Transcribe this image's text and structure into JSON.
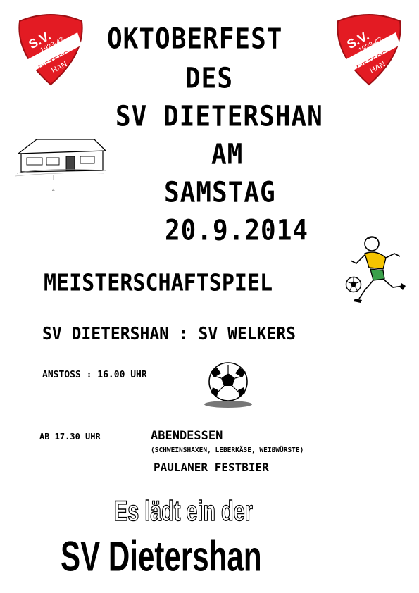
{
  "logo": {
    "left_badge": {
      "line1": "S.V.",
      "line2": "1923-47",
      "line3": "DIETERS-",
      "line4": "HAN"
    },
    "right_badge": {
      "line1": "S.V.",
      "line2": "1923-47",
      "line3": "DIETERS-",
      "line4": "HAN"
    },
    "red": "#e31b23"
  },
  "headline": {
    "line1": "OKTOBERFEST",
    "line2": "DES",
    "line3": "SV DIETERSHAN",
    "line4": "AM",
    "line5": "SAMSTAG",
    "line6": "20.9.2014"
  },
  "match": {
    "title": "MEISTERSCHAFTSPIEL",
    "teams": "SV DIETERSHAN : SV WELKERS",
    "kickoff": "ANSTOSS : 16.00  UHR"
  },
  "evening": {
    "time": "AB 17.30 UHR",
    "dinner": "ABENDESSEN",
    "menu": "(SCHWEINSHAXEN, LEBERKÄSE, WEIßWÜRSTE)",
    "beer": "PAULANER FESTBIER"
  },
  "invite": {
    "line1": "Es lädt ein der",
    "line2": "SV Dietershan"
  },
  "icons": {
    "house": "clubhouse-drawing",
    "player": "soccer-player-icon",
    "ball": "soccer-ball-icon"
  }
}
